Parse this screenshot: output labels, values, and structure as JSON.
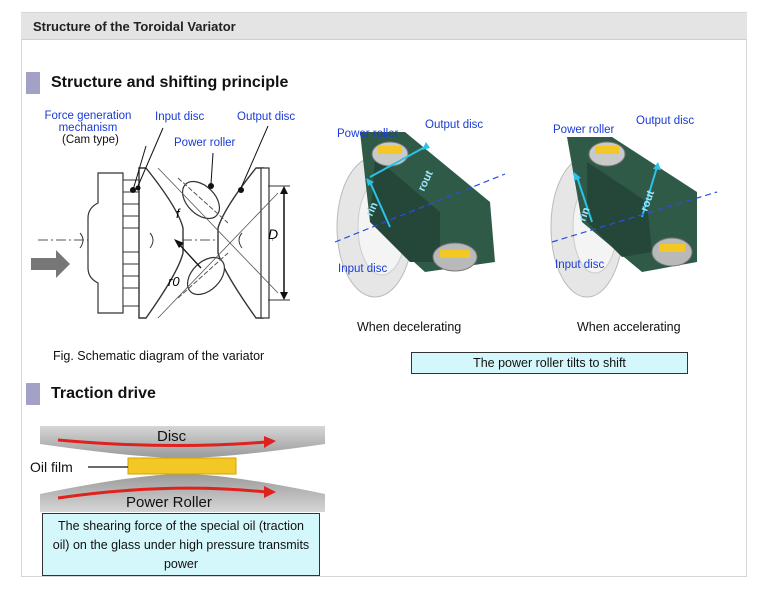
{
  "header": {
    "title": "Structure of the Toroidal Variator"
  },
  "section1": {
    "heading": "Structure and shifting principle",
    "diagram": {
      "label_force": "Force generation mechanism",
      "label_cam": "(Cam type)",
      "label_input_disc": "Input disc",
      "label_output_disc": "Output disc",
      "label_power_roller": "Power roller",
      "label_f": "f",
      "label_r0": "r0",
      "label_D": "D"
    },
    "fig_caption": "Fig. Schematic diagram of the variator",
    "decel": {
      "power_roller": "Power roller",
      "output_disc": "Output disc",
      "input_disc": "Input disc",
      "caption": "When decelerating"
    },
    "accel": {
      "power_roller": "Power roller",
      "output_disc": "Output disc",
      "input_disc": "Input disc",
      "caption": "When accelerating"
    },
    "tilt_note": "The power roller tilts to shift",
    "arrow_labels": {
      "r_out": "rout",
      "r_in": "rin"
    }
  },
  "section2": {
    "heading": "Traction drive",
    "disc": "Disc",
    "oil_film": "Oil film",
    "power_roller": "Power Roller",
    "note": "The shearing force of the special oil (traction oil) on the glass under high pressure transmits power"
  },
  "colors": {
    "accent_mark": "#a4a1c7",
    "label_blue": "#1a3bd6",
    "note_bg": "#d4f7fb",
    "roller_green": "#2f5a47",
    "oil_yellow": "#f3c825",
    "arrow_red": "#e0221f"
  }
}
